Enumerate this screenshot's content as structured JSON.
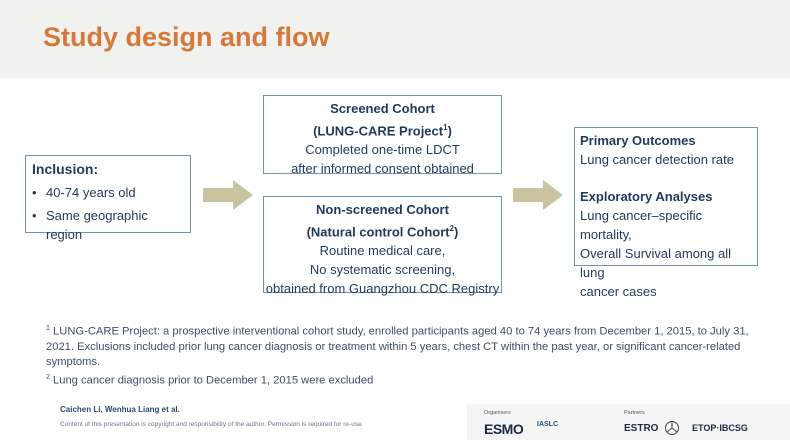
{
  "title": "Study design and flow",
  "inclusion": {
    "heading": "Inclusion:",
    "items": [
      "40-74 years old",
      "Same geographic region"
    ]
  },
  "screened": {
    "line1": "Screened Cohort",
    "line2": "(LUNG-CARE Project",
    "line2_sup": "1",
    "line2_end": ")",
    "line3": "Completed one-time LDCT",
    "line4": "after informed consent obtained"
  },
  "nonscreened": {
    "line1": "Non-screened Cohort",
    "line2": "(Natural control Cohort",
    "line2_sup": "2",
    "line2_end": ")",
    "line3": "Routine medical care,",
    "line4": "No systematic screening,",
    "line5": "obtained from Guangzhou CDC Registry"
  },
  "outcomes": {
    "primary_heading": "Primary Outcomes",
    "primary_text": "Lung cancer detection rate",
    "exploratory_heading": "Exploratory Analyses",
    "exploratory_text1": "Lung cancer–specific mortality,",
    "exploratory_text2": "Overall Survival among all lung",
    "exploratory_text3": "cancer cases"
  },
  "footnotes": {
    "fn1_marker": "1",
    "fn1_text": " LUNG-CARE Project: a prospective interventional cohort study, enrolled participants aged 40 to 74 years from December 1, 2015, to July 31, 2021. Exclusions included prior lung cancer diagnosis or treatment within 5 years, chest CT within the past year, or significant cancer-related symptoms.",
    "fn2_marker": "2",
    "fn2_text": " Lung cancer diagnosis prior to December 1, 2015 were excluded"
  },
  "author": "Caichen Li, Wenhua Liang et al.",
  "copyright": "Content of this presentation is copyright and responsibility of the author. Permission is required for re-use.",
  "logos": {
    "organisers_label": "Organisers",
    "partners_label": "Partners",
    "esmo": "ESMO",
    "iaslc": "IASLC",
    "estro": "ESTRO",
    "etop": "ETOP·IBCSG"
  },
  "colors": {
    "title": "#d4793a",
    "text": "#1f3a5c",
    "border": "#6f95b4",
    "arrow": "#c9c3a0"
  }
}
